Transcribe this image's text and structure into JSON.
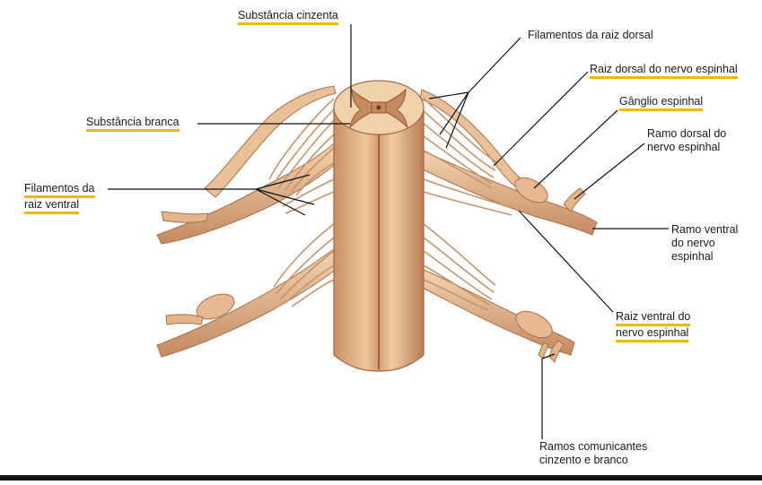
{
  "colors": {
    "highlight": "#f2b705",
    "tissue": "#d9a679",
    "tissue_dark": "#b9805a",
    "tissue_light": "#f0cfa8",
    "leader": "#111111"
  },
  "labels": {
    "substancia_cinzenta": "Substância cinzenta",
    "substancia_branca": "Substância branca",
    "filamentos_raiz_dorsal": "Filamentos da raiz dorsal",
    "raiz_dorsal_l1": "Raiz dorsal do nervo espinhal",
    "ganglio": "Gânglio espinhal",
    "ramo_dorsal_l1": "Ramo dorsal do",
    "ramo_dorsal_l2": "nervo espinhal",
    "filamentos_raiz_ventral_l1": "Filamentos da",
    "filamentos_raiz_ventral_l2": "raiz ventral",
    "ramo_ventral_l1": "Ramo ventral",
    "ramo_ventral_l2": "do nervo",
    "ramo_ventral_l3": "espinhal",
    "raiz_ventral_l1": "Raiz ventral do",
    "raiz_ventral_l2": "nervo espinhal",
    "ramos_comunicantes_l1": "Ramos comunicantes",
    "ramos_comunicantes_l2": "cinzento e branco"
  }
}
